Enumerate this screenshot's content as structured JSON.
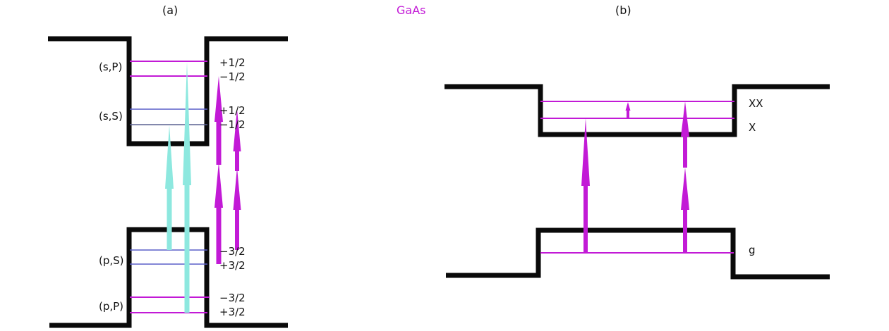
{
  "panel_a": {
    "title": "(a)",
    "state_labels": [
      "(s,P)",
      "(s,S)",
      "(p,S)",
      "(p,P)"
    ],
    "spin_labels": {
      "sP_upper": "+1/2",
      "sP_lower": "−1/2",
      "sS_upper": "+1/2",
      "sS_lower": "−1/2",
      "pS_upper": "−3/2",
      "pS_lower": "+3/2",
      "pP_upper": "−3/2",
      "pP_lower": "+3/2"
    }
  },
  "material_label": "GaAs",
  "panel_b": {
    "title": "(b)",
    "level_labels": [
      "XX",
      "X",
      "g"
    ]
  },
  "colors": {
    "magenta": "#c21ad6",
    "cyan": "#8de8df",
    "blue_level": "#5a5fc8",
    "well": "#0a0a0a"
  }
}
